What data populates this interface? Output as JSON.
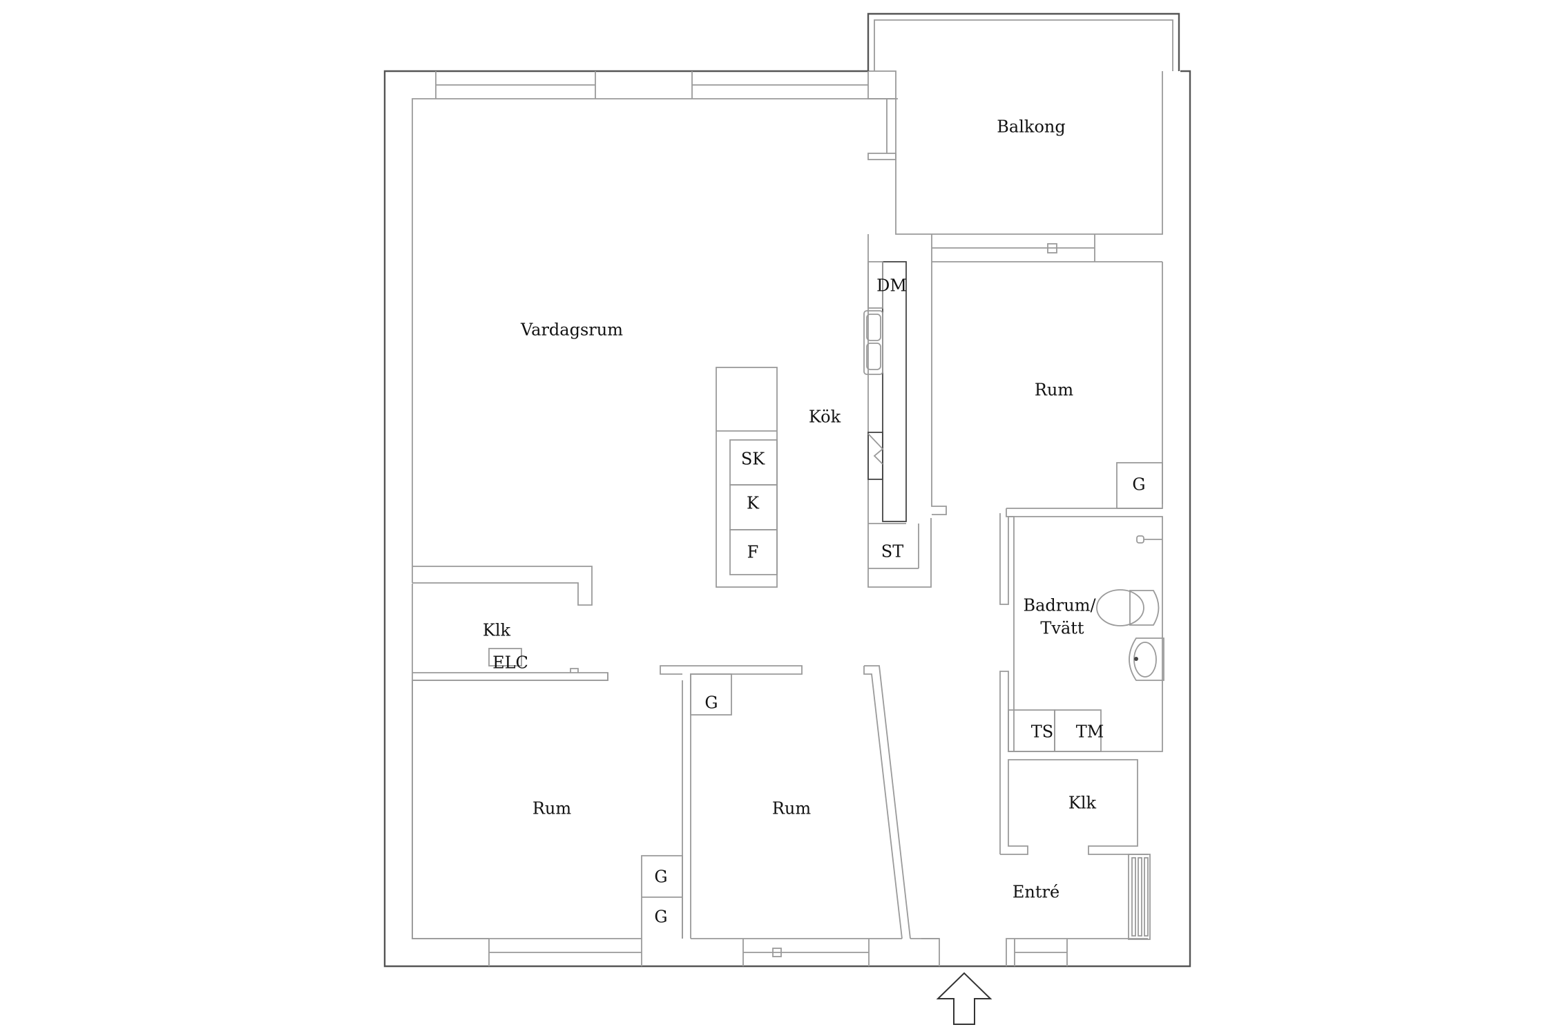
{
  "plan": {
    "rooms": {
      "vardagsrum": "Vardagsrum",
      "kok": "Kök",
      "balkong": "Balkong",
      "rum_ne": "Rum",
      "rum_sw": "Rum",
      "rum_s": "Rum",
      "klk_w": "Klk",
      "klk_e": "Klk",
      "badrum_line1": "Badrum/",
      "badrum_line2": "Tvätt",
      "entre": "Entré"
    },
    "fixtures": {
      "dm": "DM",
      "sk": "SK",
      "k": "K",
      "f": "F",
      "st": "ST",
      "elc": "ELC",
      "g_rum_ne": "G",
      "g_rum_s": "G",
      "g_rum_sw_1": "G",
      "g_rum_sw_2": "G",
      "ts": "TS",
      "tm": "TM"
    },
    "colors": {
      "outer_wall": "#555555",
      "inner_wall": "#9a9a9a",
      "text": "#111111",
      "background": "#ffffff"
    }
  }
}
